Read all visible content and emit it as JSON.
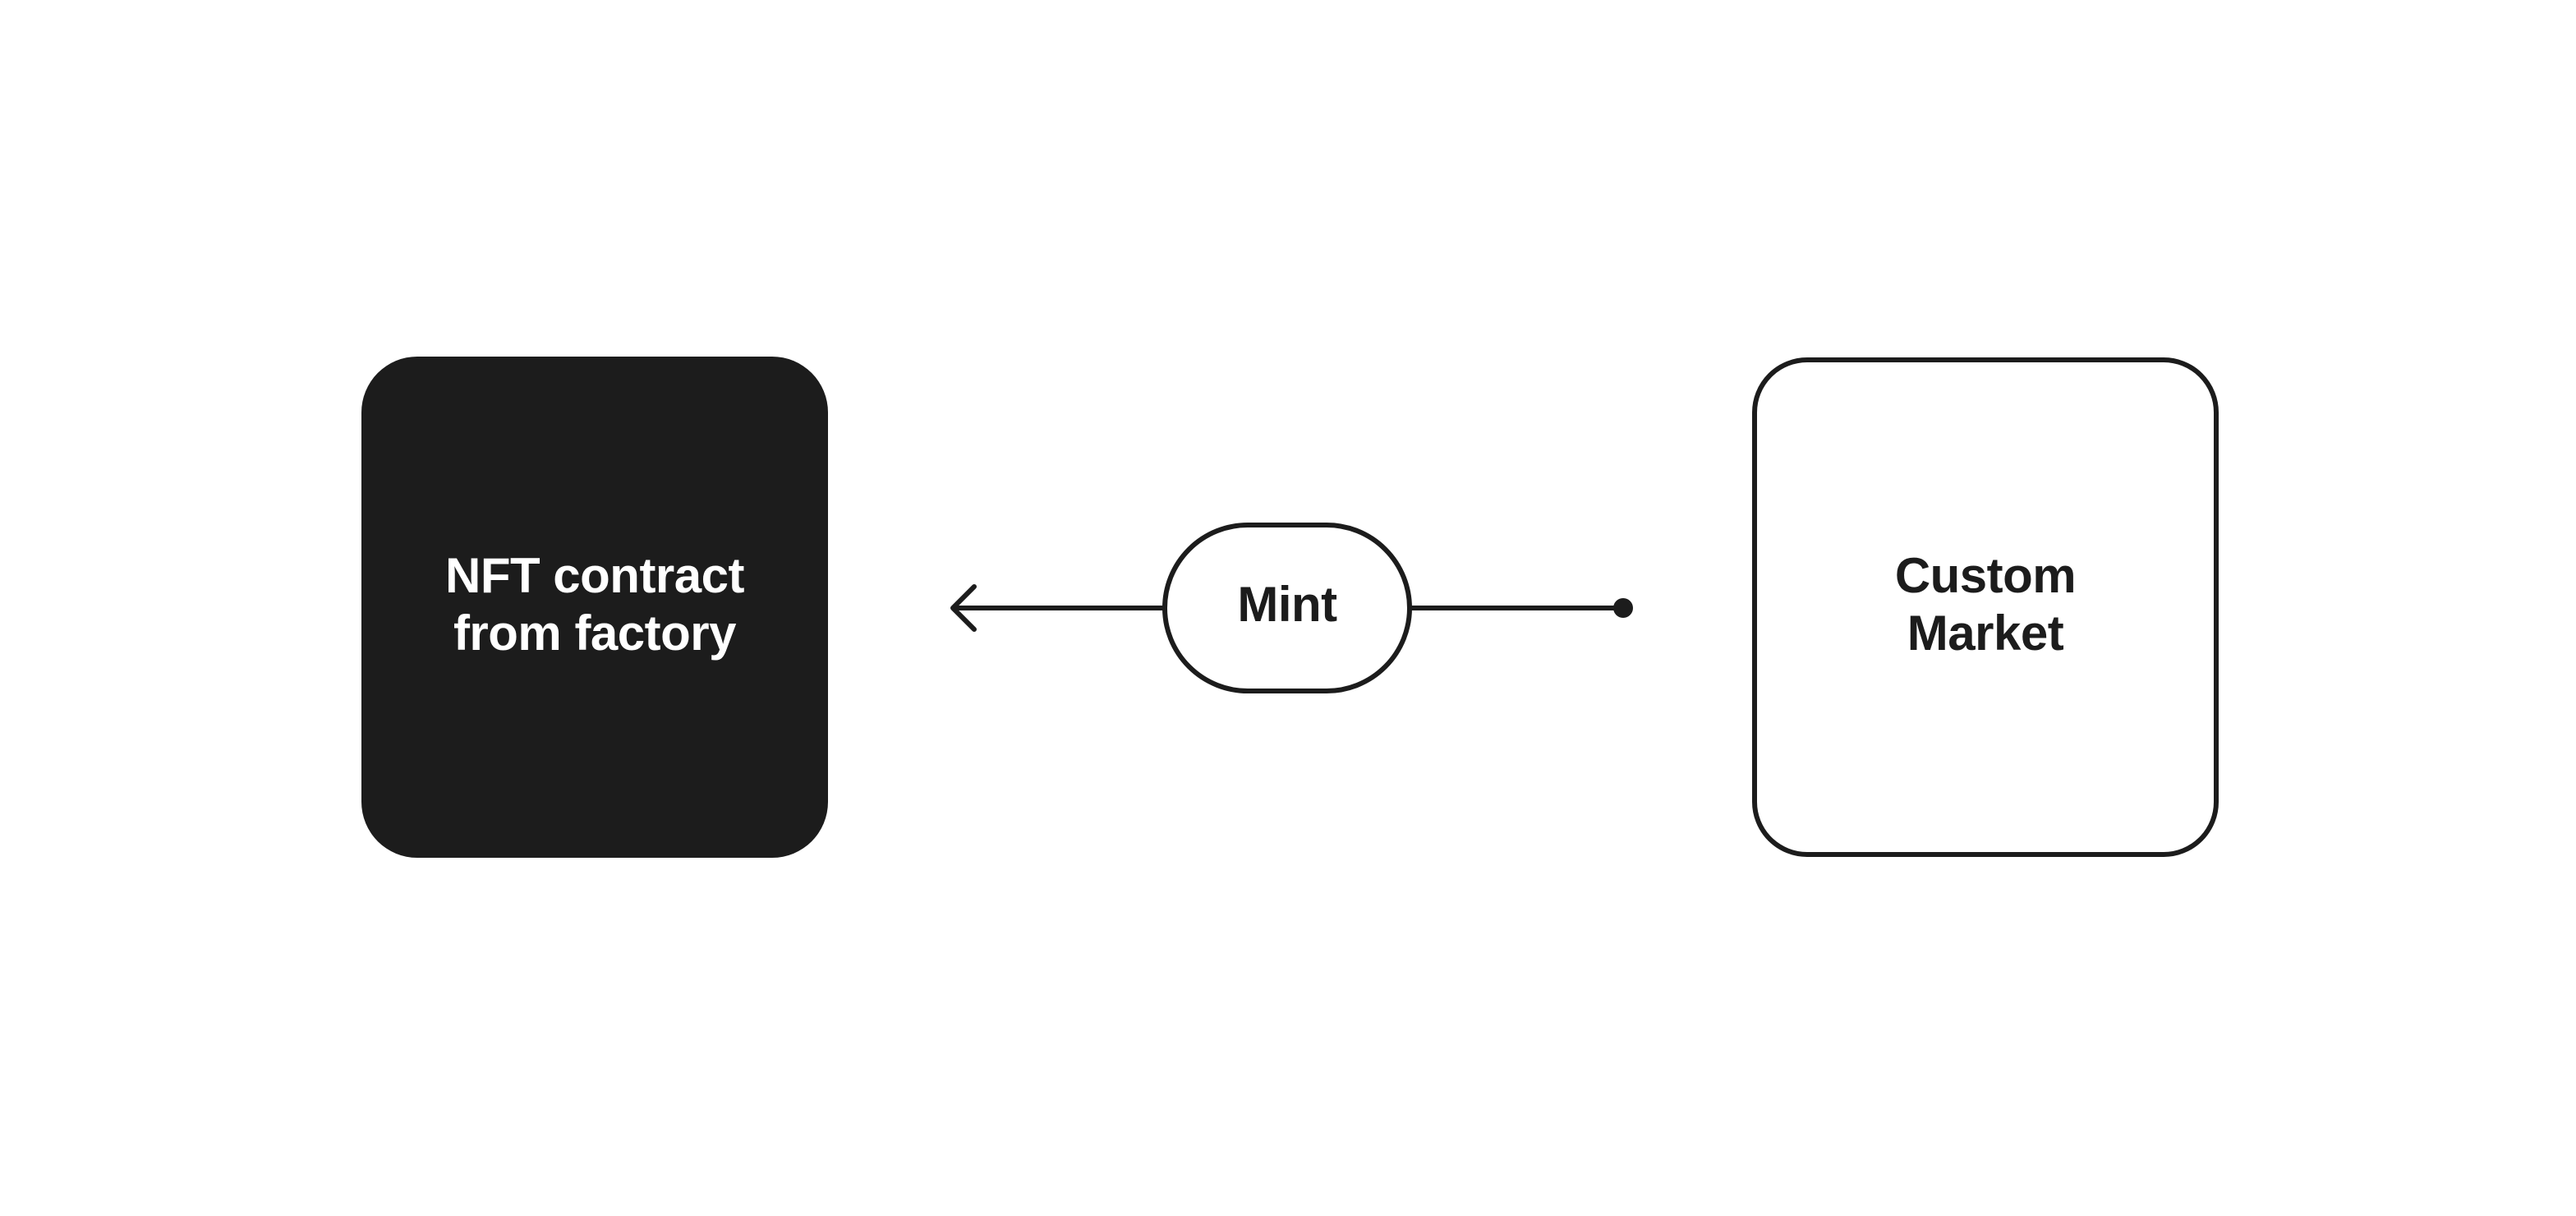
{
  "diagram": {
    "colors": {
      "background": "#ffffff",
      "ink": "#1c1c1c",
      "filled_text": "#ffffff"
    },
    "nodes": {
      "left": {
        "line1": "NFT contract",
        "line2": "from factory",
        "style": "filled"
      },
      "middle": {
        "label": "Mint",
        "style": "outlined-pill"
      },
      "right": {
        "line1": "Custom",
        "line2": "Market",
        "style": "outlined"
      }
    },
    "edges": [
      {
        "from": "right",
        "to": "left",
        "via": "middle",
        "start_marker": "dot",
        "end_marker": "open-arrow"
      }
    ]
  }
}
